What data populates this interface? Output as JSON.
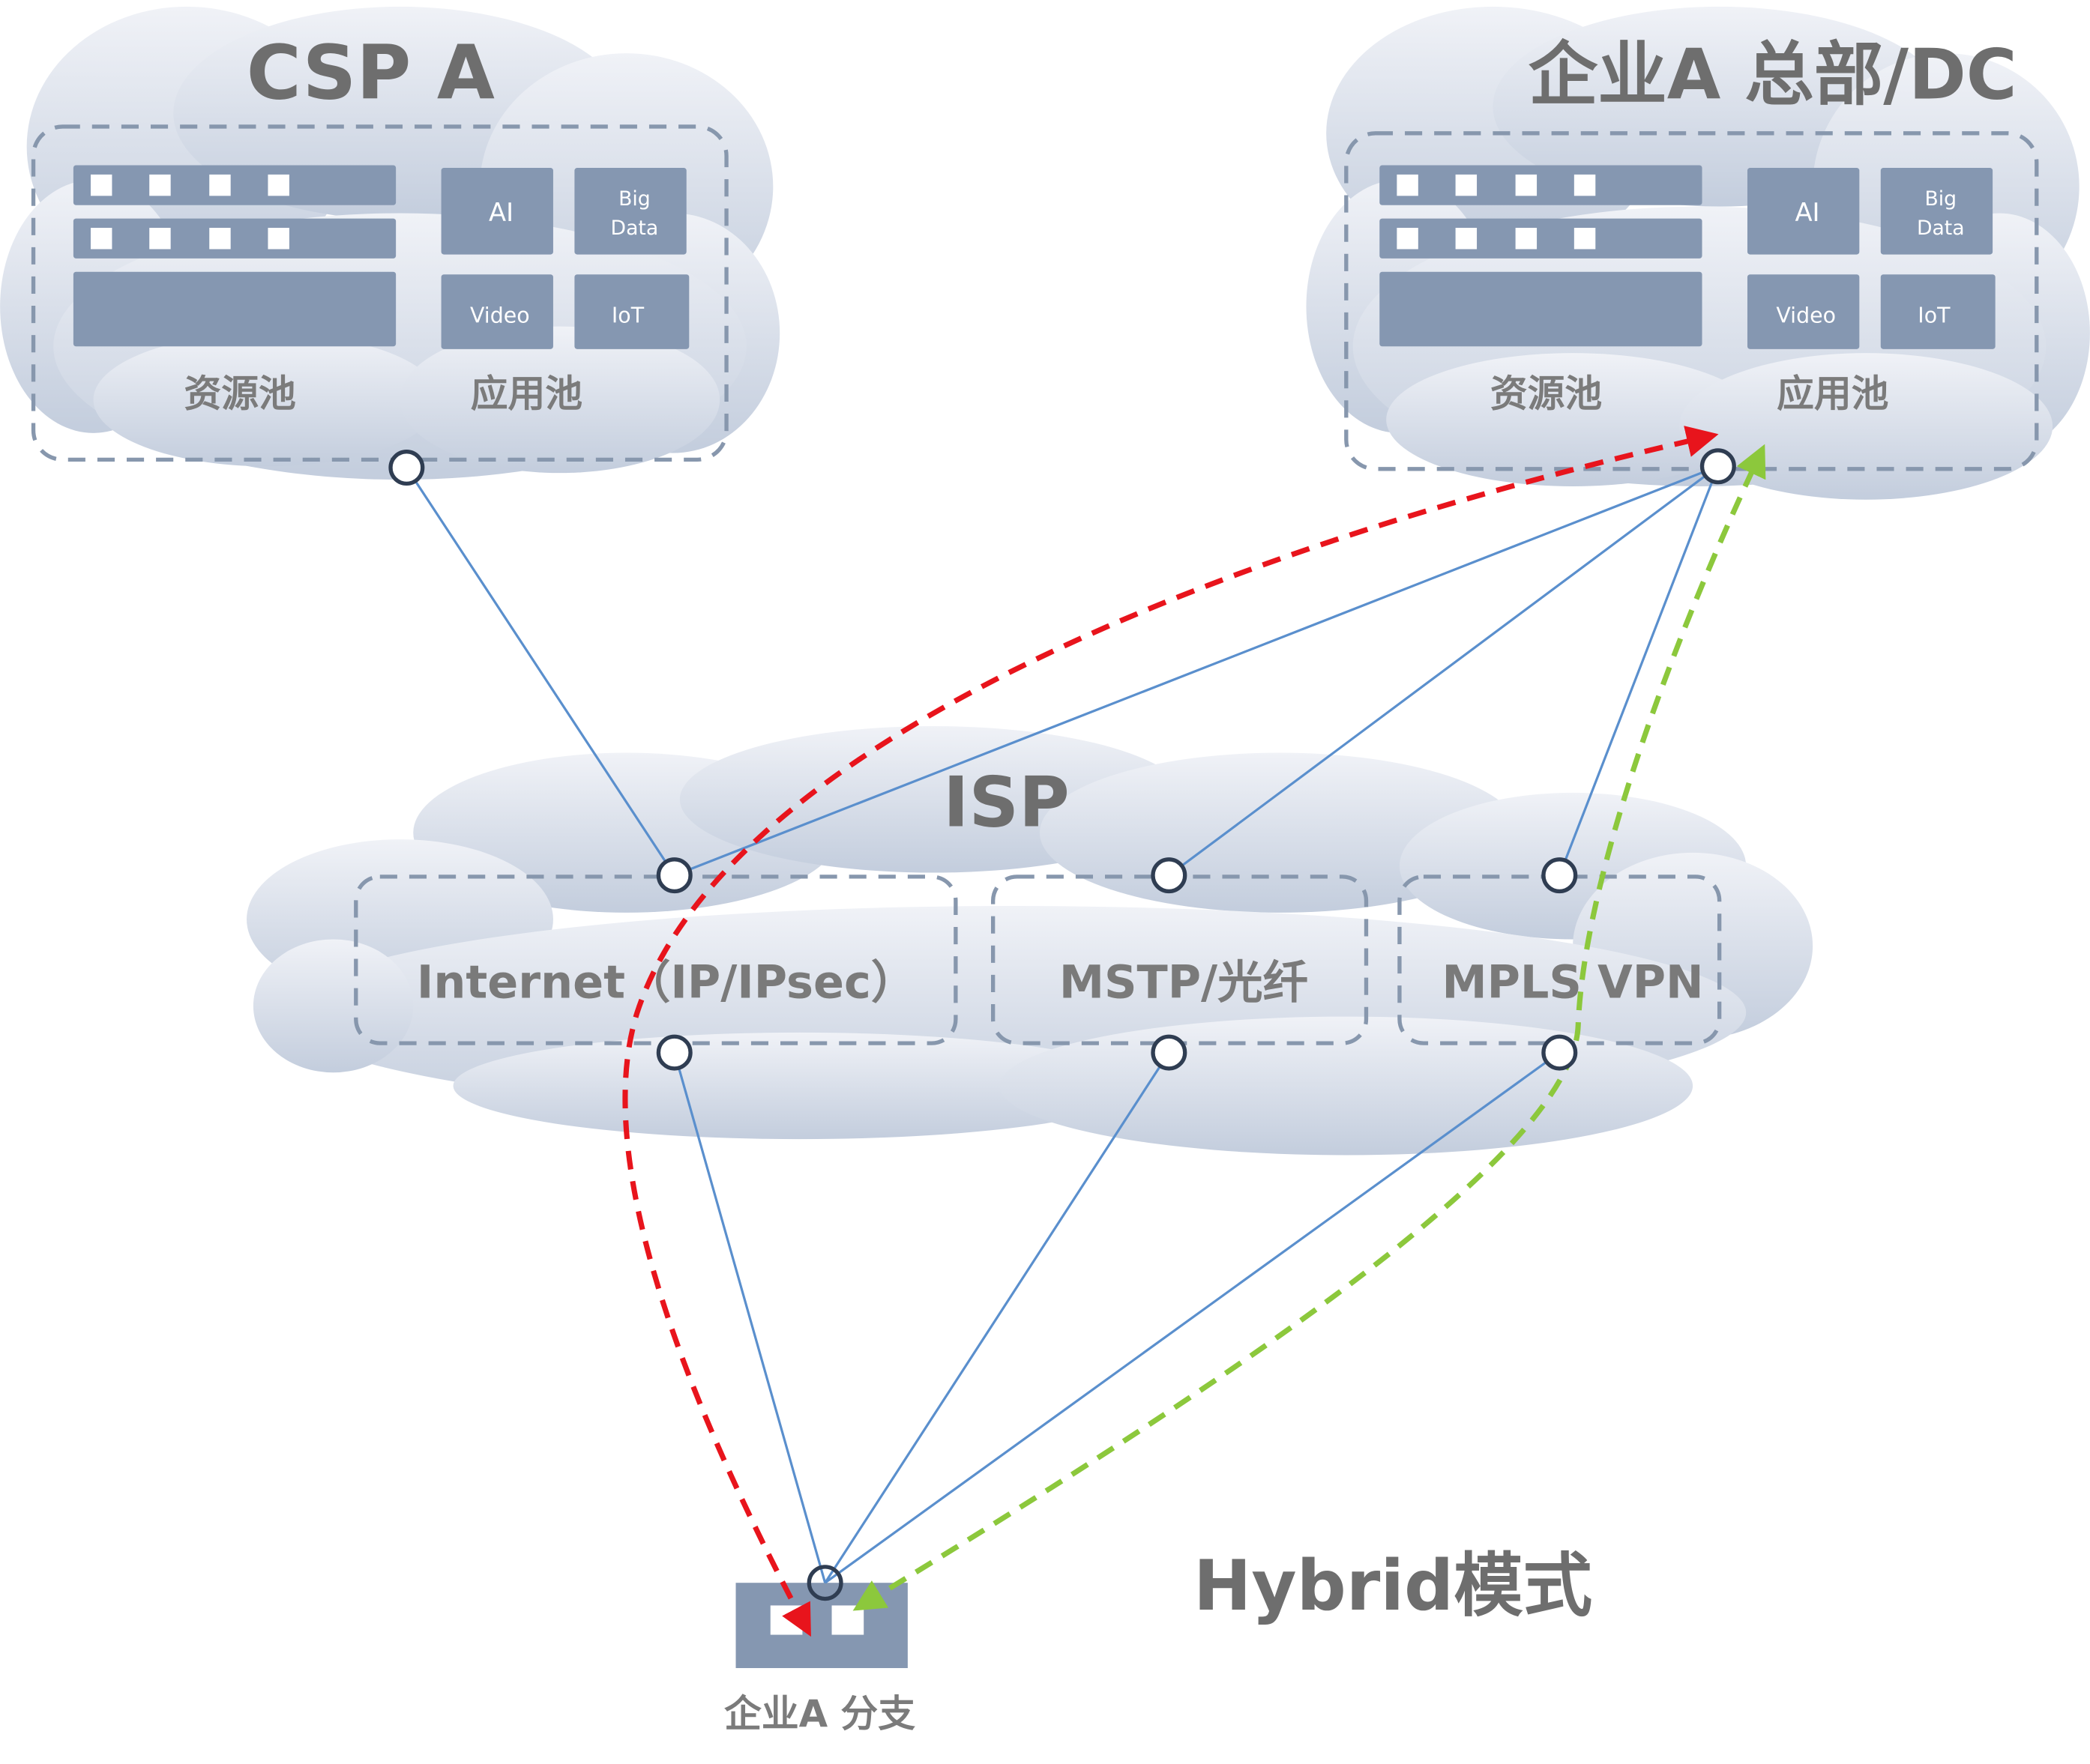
{
  "csp": {
    "title": "CSP A",
    "resource_pool": "资源池",
    "app_pool": "应用池",
    "apps": {
      "ai": "AI",
      "big_data_lines": [
        "Big",
        "Data"
      ],
      "video": "Video",
      "iot": "IoT"
    }
  },
  "hq": {
    "title": "企业A 总部/DC",
    "resource_pool": "资源池",
    "app_pool": "应用池",
    "apps": {
      "ai": "AI",
      "big_data_lines": [
        "Big",
        "Data"
      ],
      "video": "Video",
      "iot": "IoT"
    }
  },
  "isp": {
    "title": "ISP",
    "networks": {
      "internet": "Internet（IP/IPsec）",
      "mstp": "MSTP/光纤",
      "mpls": "MPLS VPN"
    }
  },
  "branch": {
    "label": "企业A 分支"
  },
  "mode": {
    "label": "Hybrid模式"
  },
  "colors": {
    "link": "#5a8fcd",
    "red_path": "#e8141c",
    "green_path": "#8cc83c",
    "box": "#8597b1",
    "title": "#6e6e6e"
  }
}
